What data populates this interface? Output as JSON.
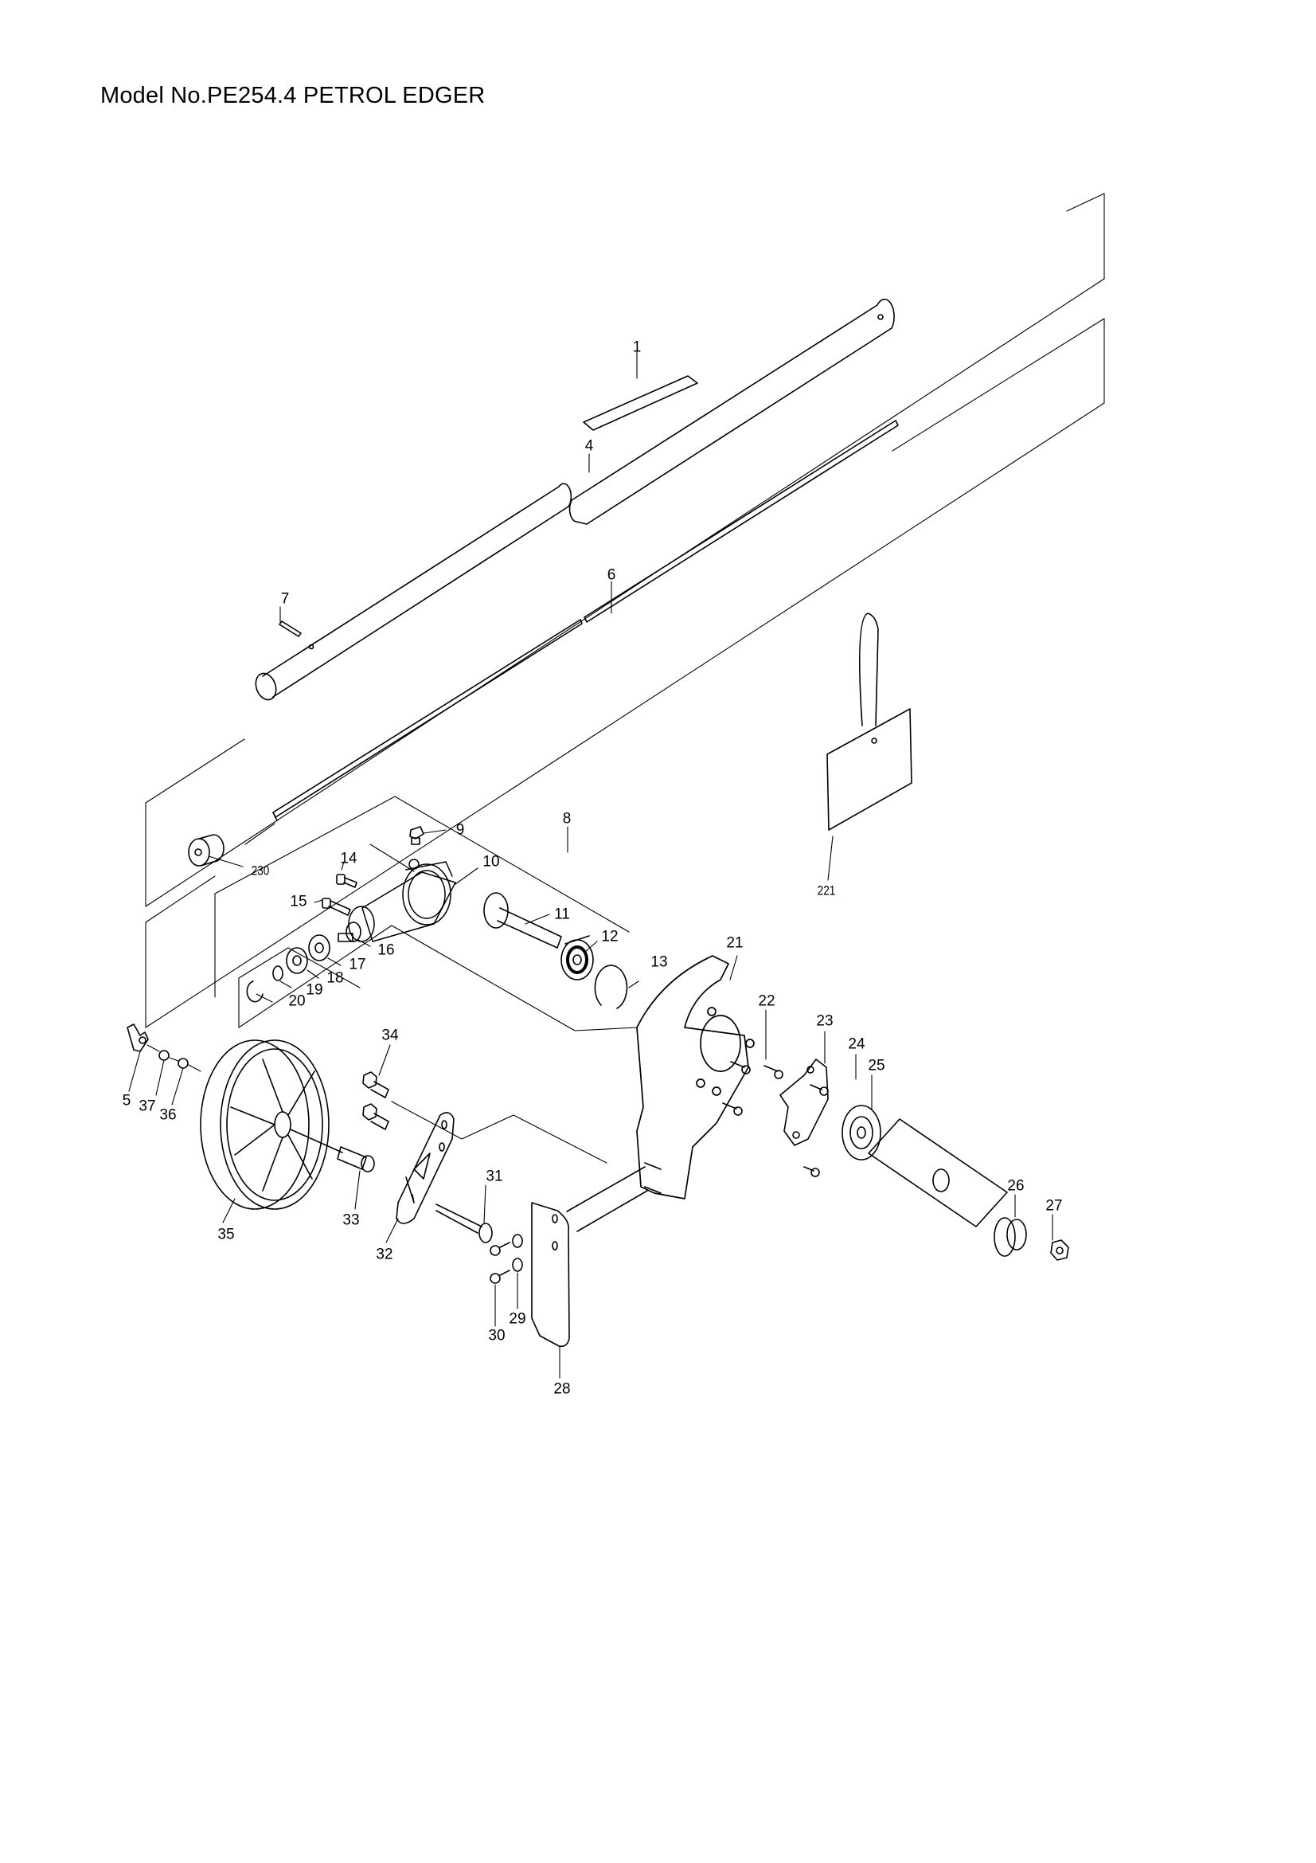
{
  "page": {
    "title": "Model No.PE254.4 PETROL EDGER"
  },
  "diagram": {
    "type": "exploded-parts-diagram",
    "parts": [
      {
        "ref": "1",
        "description": "label (decal strip)"
      },
      {
        "ref": "4",
        "description": "outer tube / shaft"
      },
      {
        "ref": "5",
        "description": "wing nut"
      },
      {
        "ref": "6",
        "description": "drive shaft"
      },
      {
        "ref": "7",
        "description": "pin"
      },
      {
        "ref": "8",
        "description": "gear case assembly"
      },
      {
        "ref": "9",
        "description": "grease bolt"
      },
      {
        "ref": "10",
        "description": "gear case"
      },
      {
        "ref": "11",
        "description": "spindle"
      },
      {
        "ref": "12",
        "description": "ball bearing"
      },
      {
        "ref": "13",
        "description": "retaining ring"
      },
      {
        "ref": "14",
        "description": "bolt"
      },
      {
        "ref": "15",
        "description": "bolt"
      },
      {
        "ref": "16",
        "description": "pinion gear"
      },
      {
        "ref": "17",
        "description": "ball bearing"
      },
      {
        "ref": "18",
        "description": "ball bearing"
      },
      {
        "ref": "19",
        "description": "snap ring"
      },
      {
        "ref": "20",
        "description": "retaining ring"
      },
      {
        "ref": "21",
        "description": "blade guard"
      },
      {
        "ref": "22",
        "description": "screw"
      },
      {
        "ref": "23",
        "description": "guard plate"
      },
      {
        "ref": "24",
        "description": "screw"
      },
      {
        "ref": "25",
        "description": "blade holder"
      },
      {
        "ref": "26",
        "description": "clamp washer"
      },
      {
        "ref": "27",
        "description": "nut"
      },
      {
        "ref": "28",
        "description": "guard flap"
      },
      {
        "ref": "29",
        "description": "washer"
      },
      {
        "ref": "30",
        "description": "screw"
      },
      {
        "ref": "31",
        "description": "carriage bolt"
      },
      {
        "ref": "32",
        "description": "wheel bracket"
      },
      {
        "ref": "33",
        "description": "collar"
      },
      {
        "ref": "34",
        "description": "hex bolt"
      },
      {
        "ref": "35",
        "description": "wheel"
      },
      {
        "ref": "36",
        "description": "flat washer"
      },
      {
        "ref": "37",
        "description": "spring washer"
      },
      {
        "ref": "221",
        "description": "hang tag"
      },
      {
        "ref": "230",
        "description": "rubber cushion"
      }
    ],
    "labels": {
      "l1": "1",
      "l4": "4",
      "l5": "5",
      "l6": "6",
      "l7": "7",
      "l8": "8",
      "l9": "9",
      "l10": "10",
      "l11": "11",
      "l12": "12",
      "l13": "13",
      "l14": "14",
      "l15": "15",
      "l16": "16",
      "l17": "17",
      "l18": "18",
      "l19": "19",
      "l20": "20",
      "l21": "21",
      "l22": "22",
      "l23": "23",
      "l24": "24",
      "l25": "25",
      "l26": "26",
      "l27": "27",
      "l28": "28",
      "l29": "29",
      "l30": "30",
      "l31": "31",
      "l32": "32",
      "l33": "33",
      "l34": "34",
      "l35": "35",
      "l36": "36",
      "l37": "37",
      "l221": "221",
      "l230": "230"
    }
  }
}
